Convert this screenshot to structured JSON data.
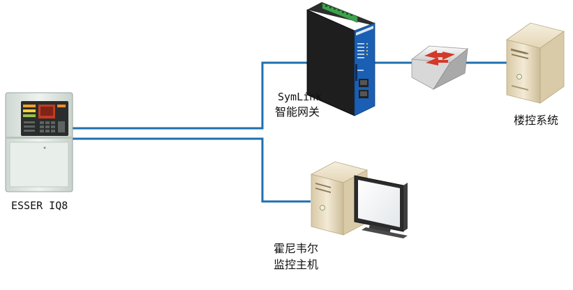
{
  "nodes": {
    "fire_panel": {
      "label": "ESSER IQ8"
    },
    "gateway": {
      "label_line1": "SymLink",
      "label_line2": "智能网关"
    },
    "building_control": {
      "label": "楼控系统"
    },
    "monitor_host": {
      "label_line1": "霍尼韦尔",
      "label_line2": "监控主机"
    }
  },
  "colors": {
    "connector": "#1f6fae",
    "gateway_body": "#1f1f1f",
    "gateway_face": "#1a5fb4",
    "terminal_green": "#3fa34d",
    "switch_arrow": "#d23a2a",
    "computer_beige": "#e9dcbf",
    "panel_body": "#e6ece8",
    "panel_display": "#c23b22"
  }
}
